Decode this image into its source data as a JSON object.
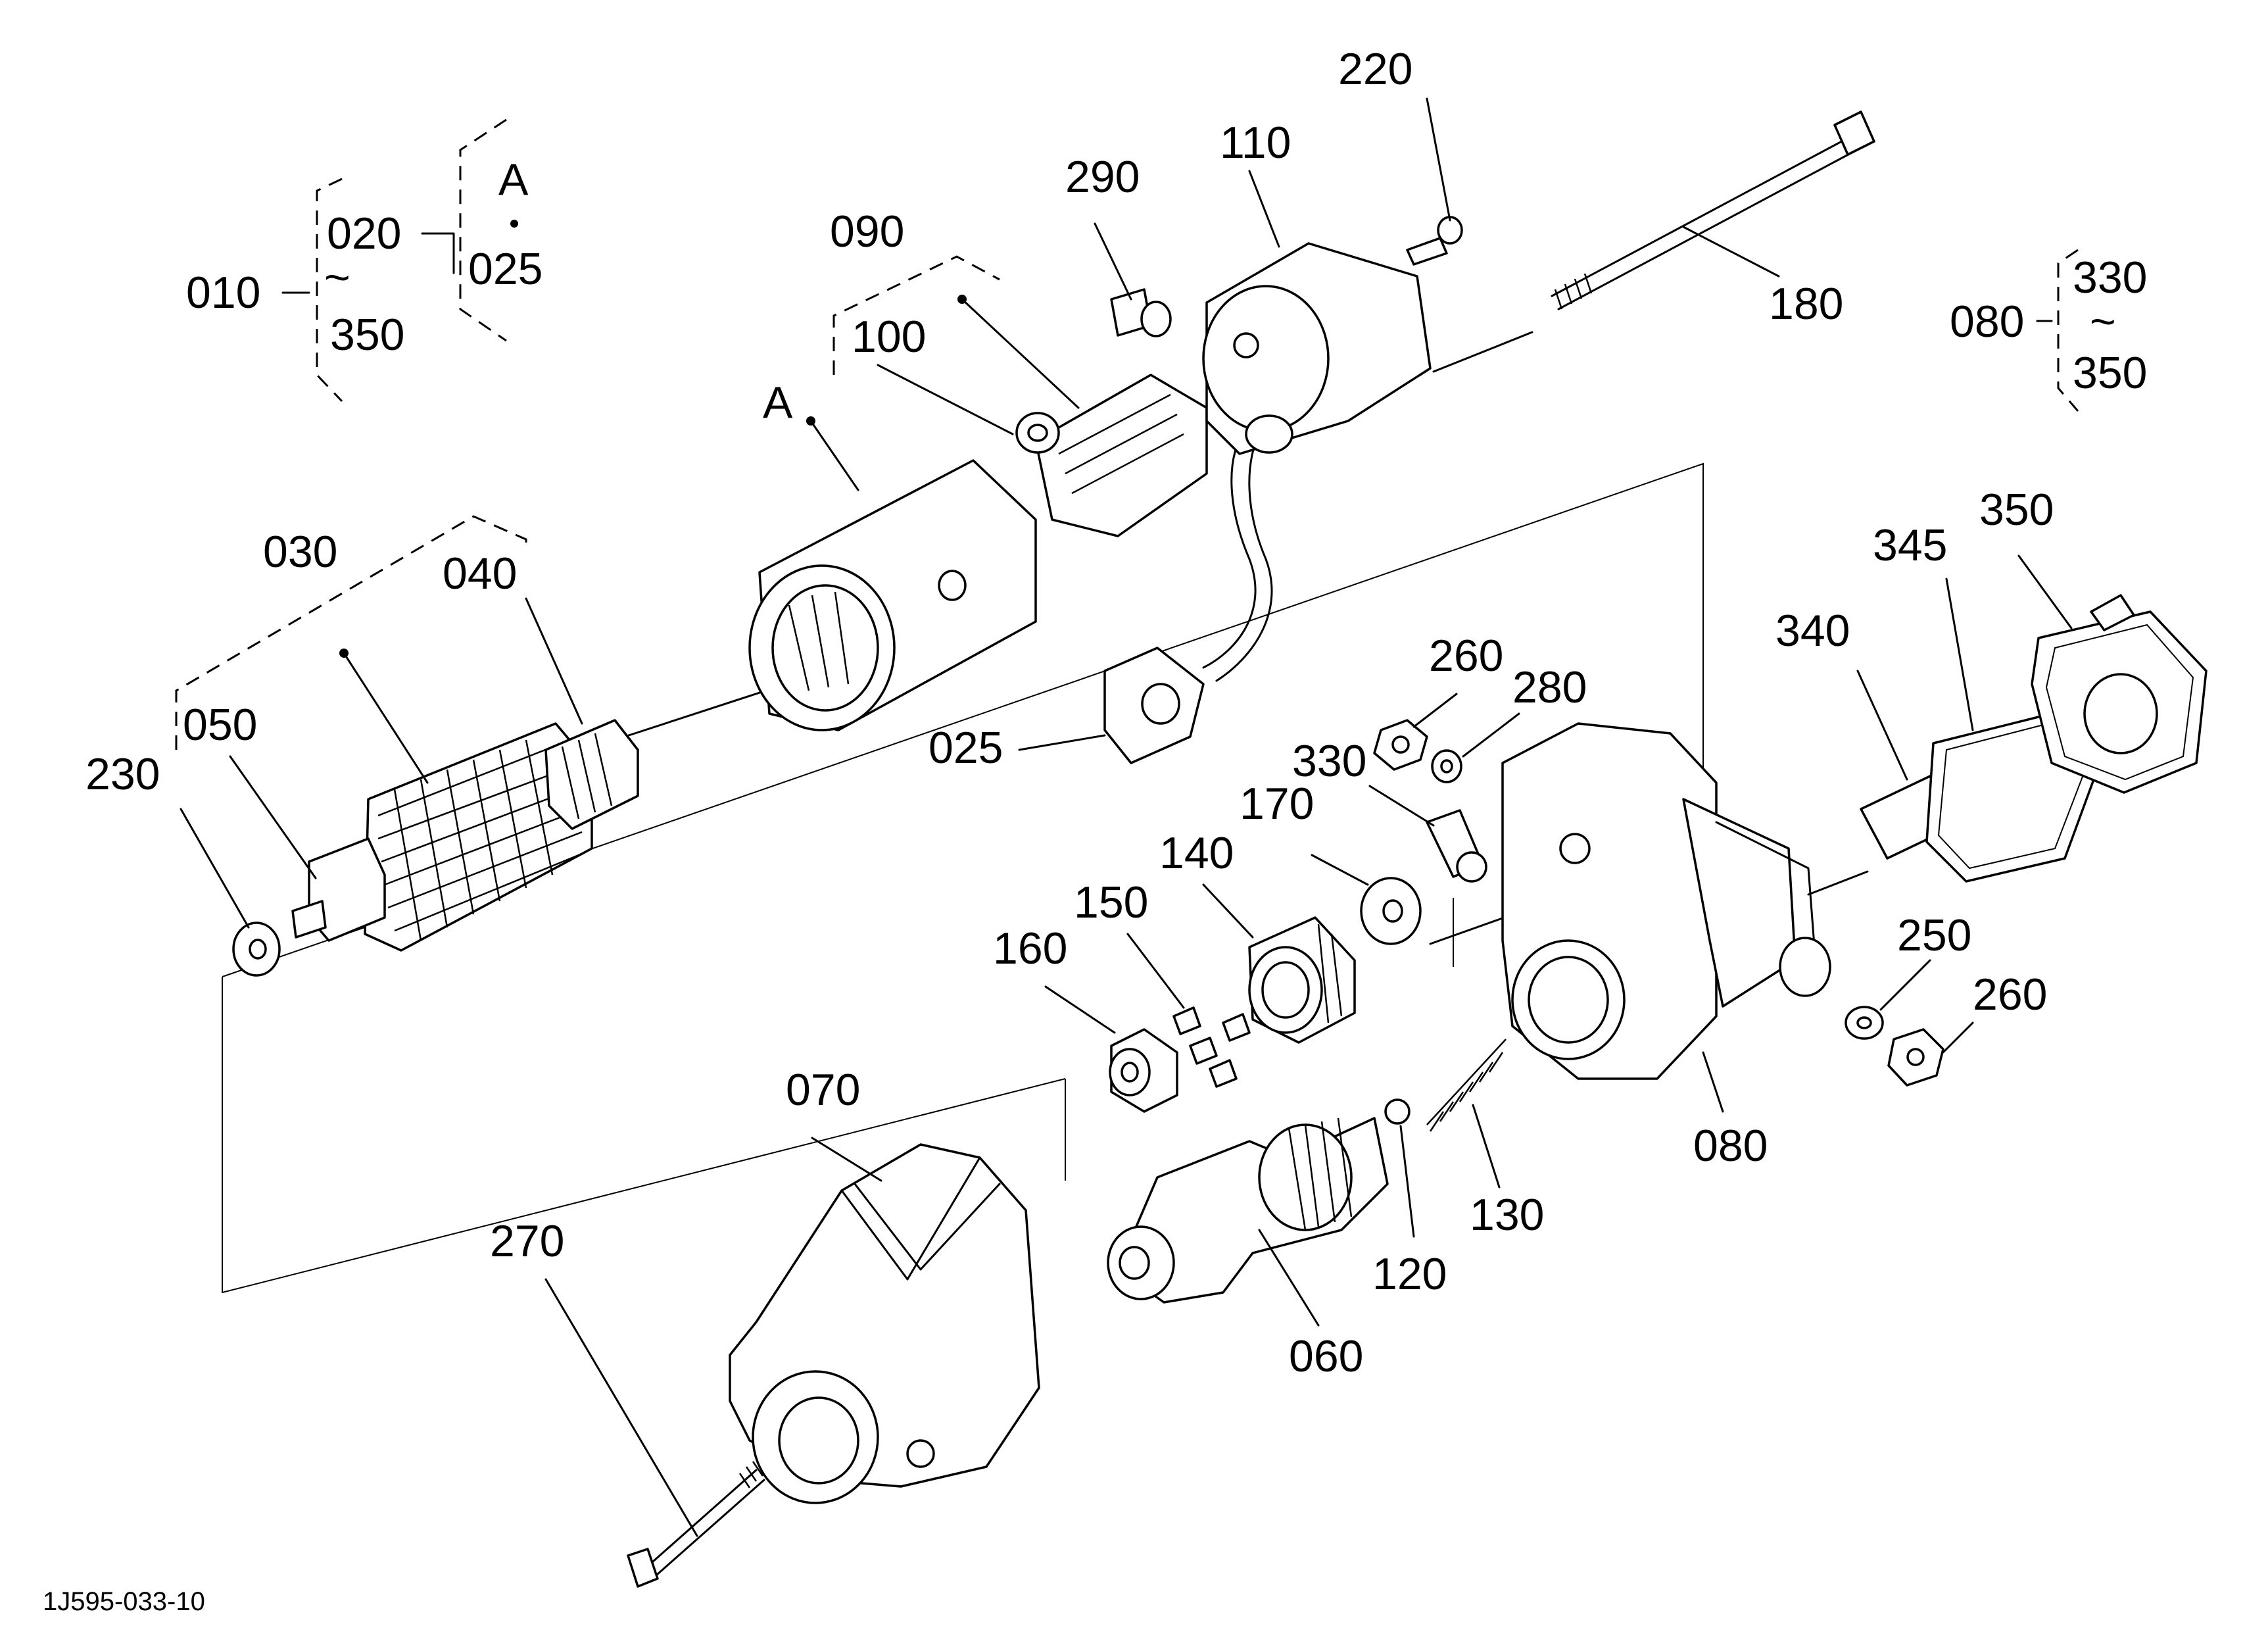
{
  "diagram": {
    "code": "1J595-033-10",
    "group_legend": {
      "assembly": "010",
      "range_from": "020",
      "range_to": "350",
      "tilde": "~",
      "subgroup": "A",
      "subgroup_part": "025"
    },
    "housing_legend": {
      "assembly": "080",
      "range_from": "330",
      "range_to": "350",
      "tilde": "~"
    },
    "subassembly_marker": "A",
    "labels": {
      "p220": "220",
      "p110": "110",
      "p290": "290",
      "p180": "180",
      "p090": "090",
      "p100": "100",
      "p030": "030",
      "p040": "040",
      "p050": "050",
      "p230": "230",
      "p025": "025",
      "p260a": "260",
      "p280": "280",
      "p330": "330",
      "p170": "170",
      "p140": "140",
      "p150": "150",
      "p160": "160",
      "p340": "340",
      "p345": "345",
      "p350": "350",
      "p250": "250",
      "p260b": "260",
      "p080": "080",
      "p070": "070",
      "p130": "130",
      "p120": "120",
      "p060": "060",
      "p270": "270"
    }
  }
}
